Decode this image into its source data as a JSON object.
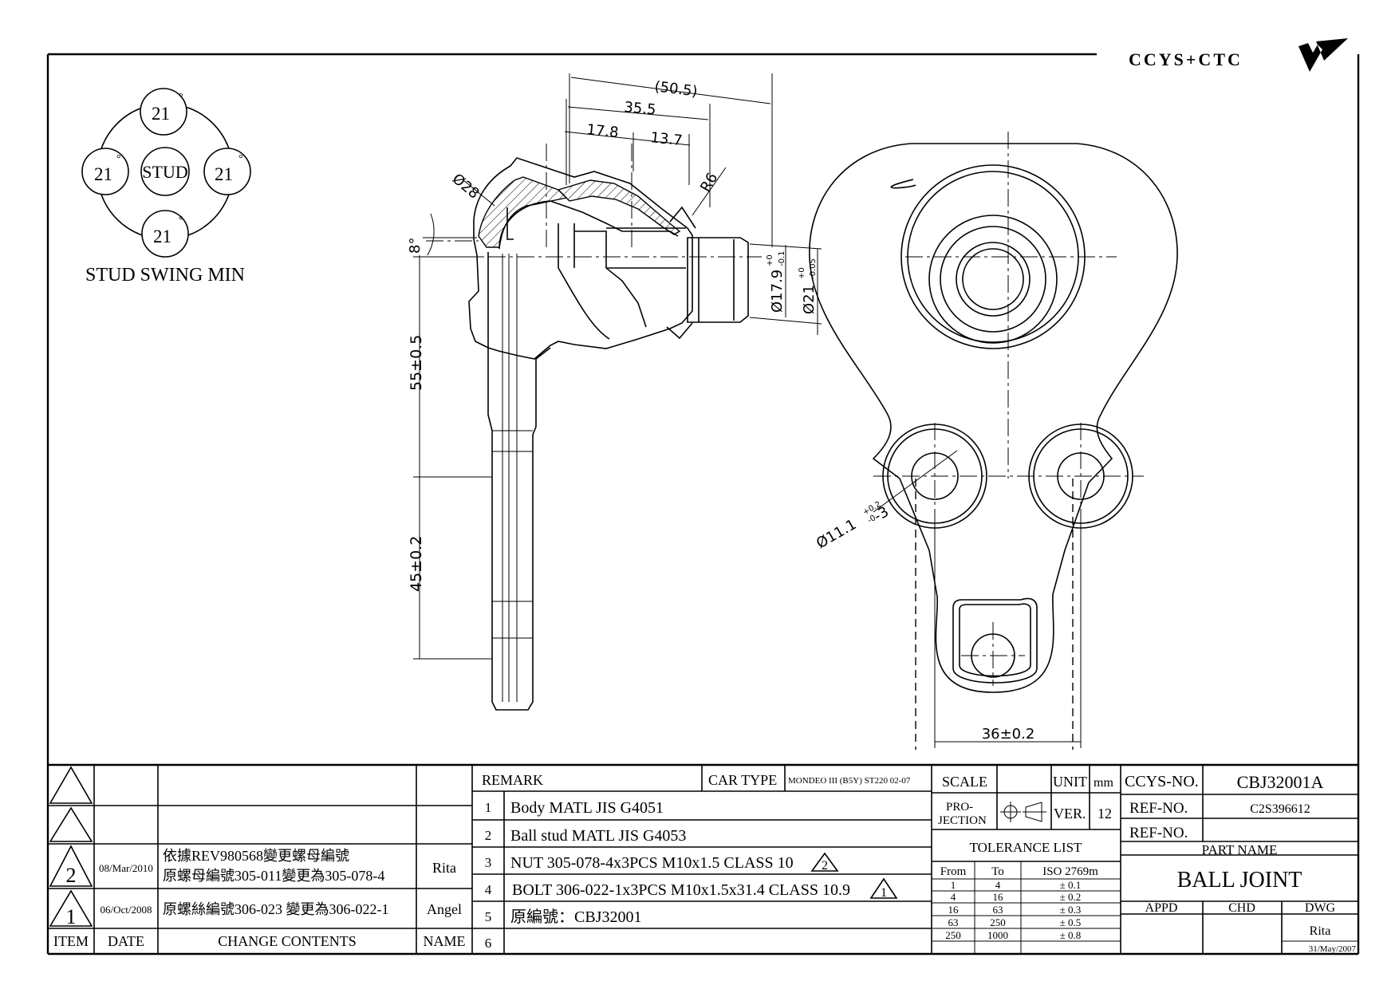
{
  "brand": {
    "logo_text": "CCYS+CTC"
  },
  "stud_swing": {
    "angle_top": "21",
    "angle_left": "21",
    "angle_right": "21",
    "angle_bottom": "21",
    "degree_symbol": "°",
    "center_label": "STUD",
    "caption": "STUD SWING MIN"
  },
  "dimensions": {
    "d50_5": "(50.5)",
    "d35_5": "35.5",
    "d17_8": "17.8",
    "d13_7": "13.7",
    "r6": "R6",
    "phi28": "Ø28",
    "angle8": "8°",
    "d55": "55±0.5",
    "d45": "45±0.2",
    "phi17_9": "Ø17.9",
    "phi17_9_tol_upper": "+0",
    "phi17_9_tol_lower": "-0.1",
    "phi21": "Ø21",
    "phi21_tol_upper": "+0",
    "phi21_tol_lower": "-0.05",
    "phi11_1": "Ø11.1",
    "phi11_1_tol_upper": "+0.2",
    "phi11_1_tol_lower": "-0",
    "phi11_1_qty": "-3",
    "d36": "36±0.2"
  },
  "revisions": {
    "rows": [
      {
        "num": "",
        "date": "",
        "content1": "",
        "content2": "",
        "name": ""
      },
      {
        "num": "",
        "date": "",
        "content1": "",
        "content2": "",
        "name": ""
      },
      {
        "num": "2",
        "date": "08/Mar/2010",
        "content1": "依據REV980568變更螺母編號",
        "content2": "原螺母編號305-011變更為305-078-4",
        "name": "Rita"
      },
      {
        "num": "1",
        "date": "06/Oct/2008",
        "content1": "原螺絲編號306-023 變更為306-022-1",
        "content2": "",
        "name": "Angel"
      }
    ],
    "header": {
      "item": "ITEM",
      "date": "DATE",
      "content": "CHANGE CONTENTS",
      "name": "NAME"
    }
  },
  "remarks": {
    "header": "REMARK",
    "car_type_label": "CAR TYPE",
    "car_type_value": "MONDEO III (B5Y) ST220 02-07",
    "items": [
      {
        "no": "1",
        "text": "Body MATL JIS G4051",
        "rev": ""
      },
      {
        "no": "2",
        "text": "Ball stud MATL JIS G4053",
        "rev": ""
      },
      {
        "no": "3",
        "text": "NUT 305-078-4x3PCS M10x1.5 CLASS 10",
        "rev": "2"
      },
      {
        "no": "4",
        "text": "BOLT 306-022-1x3PCS M10x1.5x31.4 CLASS 10.9",
        "rev": "1"
      },
      {
        "no": "5",
        "text": "原編號：CBJ32001",
        "rev": ""
      },
      {
        "no": "6",
        "text": "",
        "rev": ""
      }
    ]
  },
  "spec": {
    "scale_label": "SCALE",
    "scale_value": "",
    "unit_label": "UNIT",
    "unit_value": "mm",
    "projection_label_1": "PRO-",
    "projection_label_2": "JECTION",
    "ver_label": "VER.",
    "ver_value": "12"
  },
  "tolerance": {
    "title": "TOLERANCE LIST",
    "headers": [
      "From",
      "To",
      "ISO 2769m"
    ],
    "rows": [
      [
        "1",
        "4",
        "± 0.1"
      ],
      [
        "4",
        "16",
        "± 0.2"
      ],
      [
        "16",
        "63",
        "± 0.3"
      ],
      [
        "63",
        "250",
        "± 0.5"
      ],
      [
        "250",
        "1000",
        "± 0.8"
      ]
    ]
  },
  "title_block": {
    "ccys_no_label": "CCYS-NO.",
    "ccys_no_value": "CBJ32001A",
    "ref_no_label": "REF-NO.",
    "ref_no_value": "C2S396612",
    "ref_no2_label": "REF-NO.",
    "ref_no2_value": "",
    "part_name_label": "PART NAME",
    "part_name_value": "BALL JOINT",
    "appd_label": "APPD",
    "chd_label": "CHD",
    "dwg_label": "DWG",
    "appd_value": "",
    "chd_value": "",
    "dwg_value": "Rita",
    "dwg_date": "31/May/2007"
  }
}
